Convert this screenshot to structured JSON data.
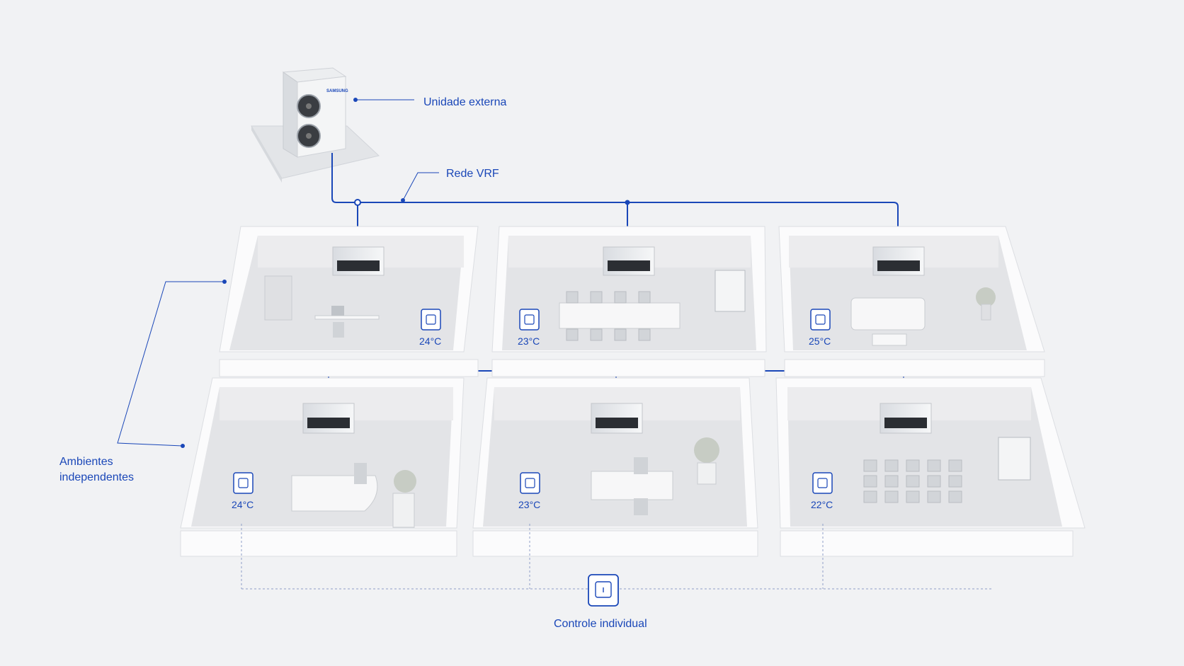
{
  "colors": {
    "accent": "#1a47b8",
    "background": "#f1f2f4",
    "room_floor": "#e6e7ea",
    "wall": "#fafafb"
  },
  "labels": {
    "outdoor_unit": "Unidade externa",
    "vrf_network": "Rede VRF",
    "independent_rooms_line1": "Ambientes",
    "independent_rooms_line2": "independentes",
    "individual_control": "Controle individual"
  },
  "outdoor_unit_brand": "SAMSUNG",
  "rooms": [
    {
      "id": "office",
      "icon": "thermostat-icon",
      "temperature": "24°C",
      "furniture": "desk-icon"
    },
    {
      "id": "meeting-room",
      "icon": "thermostat-icon",
      "temperature": "23°C",
      "furniture": "conference-table-icon"
    },
    {
      "id": "lounge",
      "icon": "thermostat-icon",
      "temperature": "25°C",
      "furniture": "sofa-icon"
    },
    {
      "id": "reception",
      "icon": "thermostat-icon",
      "temperature": "24°C",
      "furniture": "reception-desk-icon"
    },
    {
      "id": "executive-office",
      "icon": "thermostat-icon",
      "temperature": "23°C",
      "furniture": "desk-icon"
    },
    {
      "id": "training-room",
      "icon": "thermostat-icon",
      "temperature": "22°C",
      "furniture": "chairs-icon"
    }
  ]
}
